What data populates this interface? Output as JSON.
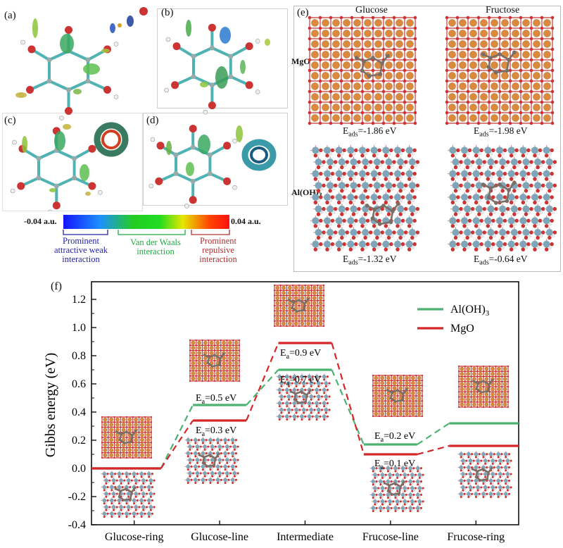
{
  "panels": {
    "a": "(a)",
    "b": "(b)",
    "c": "(c)",
    "d": "(d)",
    "e": "(e)",
    "f": "(f)"
  },
  "colorbar": {
    "min_label": "-0.04 a.u.",
    "max_label": "0.04 a.u.",
    "attractive": [
      "Prominent",
      "attractive weak",
      "interaction"
    ],
    "vdw": [
      "Van der Waals",
      "interaction"
    ],
    "repulsive": [
      "Prominent",
      "repulsive",
      "interaction"
    ]
  },
  "panel_e": {
    "glucose": "Glucose",
    "fructose": "Fructose",
    "mgo": "MgO",
    "aloh3_main": "Al(OH)",
    "aloh3_sub": "3",
    "eads_prefix": "E",
    "eads_sub": "ads",
    "eads_values": {
      "mgo_glucose": "=-1.86 eV",
      "mgo_fructose": "=-1.98 eV",
      "al_glucose": "=-1.32 eV",
      "al_fructose": "=-0.64 eV"
    }
  },
  "chart_data": {
    "type": "line",
    "ylabel": "Gibbs energy (eV)",
    "ylim": [
      -0.4,
      1.3
    ],
    "yticks": [
      "-0.4",
      "-0.2",
      "0.0",
      "0.2",
      "0.4",
      "0.6",
      "0.8",
      "1.0",
      "1.2"
    ],
    "ytick_values": [
      -0.4,
      -0.2,
      0.0,
      0.2,
      0.4,
      0.6,
      0.8,
      1.0,
      1.2
    ],
    "categories": [
      "Glucose-ring",
      "Glucose-line",
      "Intermediate",
      "Frucose-line",
      "Frucose-ring"
    ],
    "series": [
      {
        "name_main": "Al(OH)",
        "name_sub": "3",
        "color": "#4cb272",
        "values": [
          0.0,
          0.45,
          0.7,
          0.17,
          0.32
        ]
      },
      {
        "name_main": "MgO",
        "name_sub": "",
        "color": "#d62728",
        "values": [
          0.0,
          0.34,
          0.89,
          0.1,
          0.16
        ]
      }
    ],
    "annotations": {
      "prefix": "E",
      "sub": "a",
      "labels": [
        "=0.5 eV",
        "=0.3 eV",
        "=0.9 eV",
        "=0.7 eV",
        "=0.2 eV",
        "=0.1 eV"
      ]
    }
  },
  "colors": {
    "mg": "#d98a3c",
    "o": "#cc3333",
    "al": "#7fa6b8",
    "c": "#7a6e66",
    "h": "#dddddd",
    "bond_c": "#4fb3b3"
  }
}
